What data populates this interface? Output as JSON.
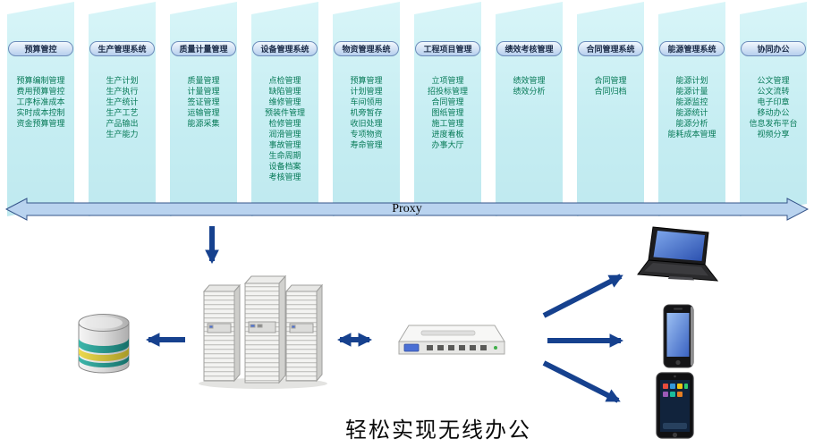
{
  "modules": [
    {
      "header": "预算管控",
      "items": [
        "预算编制管理",
        "费用预算管控",
        "工序标准成本",
        "实时成本控制",
        "资金预算管理"
      ]
    },
    {
      "header": "生产管理系统",
      "items": [
        "生产计划",
        "生产执行",
        "生产统计",
        "生产工艺",
        "产品输出",
        "生产能力"
      ]
    },
    {
      "header": "质量计量管理",
      "items": [
        "质量管理",
        "计量管理",
        "签证管理",
        "运输管理",
        "能源采集"
      ]
    },
    {
      "header": "设备管理系统",
      "items": [
        "点检管理",
        "缺陷管理",
        "维修管理",
        "预装件管理",
        "检修管理",
        "润滑管理",
        "事故管理",
        "生命周期",
        "设备档案",
        "考核管理"
      ]
    },
    {
      "header": "物资管理系统",
      "items": [
        "预算管理",
        "计划管理",
        "车间领用",
        "机旁暂存",
        "收旧处理",
        "专项物资",
        "寿命管理"
      ]
    },
    {
      "header": "工程项目管理",
      "items": [
        "立项管理",
        "招投标管理",
        "合同管理",
        "图纸管理",
        "施工管理",
        "进度看板",
        "办事大厅"
      ]
    },
    {
      "header": "绩效考核管理",
      "items": [
        "绩效管理",
        "绩效分析"
      ]
    },
    {
      "header": "合同管理系统",
      "items": [
        "合同管理",
        "合同归档"
      ]
    },
    {
      "header": "能源管理系统",
      "items": [
        "能源计划",
        "能源计量",
        "能源监控",
        "能源统计",
        "能源分析",
        "能耗成本管理"
      ]
    },
    {
      "header": "协同办公",
      "items": [
        "公文管理",
        "公文流转",
        "电子印章",
        "移动办公",
        "信息发布平台",
        "视频分享"
      ]
    }
  ],
  "proxy": {
    "label": "Proxy"
  },
  "bottom": {
    "caption": "轻松实现无线办公"
  },
  "icons": {
    "database": "database-cylinder-icon",
    "servers": "server-rack-icon",
    "router": "router-icon",
    "laptop": "laptop-icon",
    "phone": "smartphone-icon",
    "tablet": "tablet-icon"
  },
  "colors": {
    "band": "#c5edf2",
    "header_text": "#1c2c48",
    "item_text": "#077a57",
    "arrow": "#16418e",
    "proxy_fill": "#b9d3ef",
    "proxy_border": "#35548a"
  }
}
